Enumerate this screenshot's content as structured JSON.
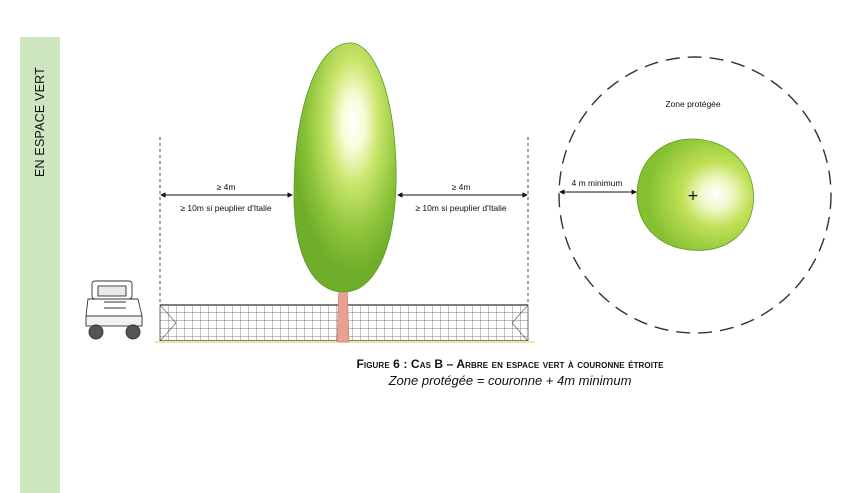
{
  "side_label": "EN ESPACE VERT",
  "left_dimension": {
    "primary": "≥ 4m",
    "secondary": "≥ 10m si peuplier d'Italie"
  },
  "right_dimension": {
    "primary": "≥ 4m",
    "secondary": "≥ 10m si peuplier d'Italie"
  },
  "plan_view": {
    "zone_label": "Zone protégée",
    "distance_label": "4 m minimum",
    "center_mark": "+"
  },
  "caption": {
    "title": "Figure 6 : Cas B – Arbre en espace vert à couronne étroite",
    "subtitle": "Zone protégée = couronne + 4m minimum"
  },
  "colors": {
    "band": "#cde6bf",
    "foliage": "#8cc43a",
    "trunk": "#e8a090",
    "fence": "#444444"
  },
  "icons": [
    "lawn-mower-icon",
    "tree-icon",
    "fence-icon",
    "crown-plan-icon"
  ]
}
